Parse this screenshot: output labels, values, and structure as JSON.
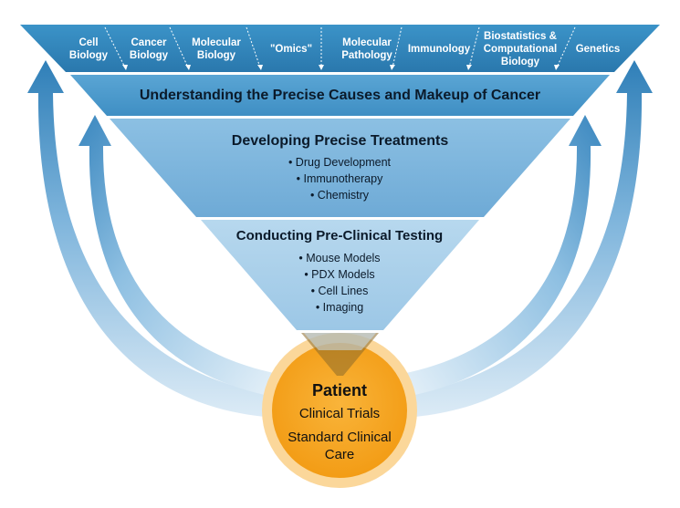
{
  "disciplines": [
    "Cell\nBiology",
    "Cancer\nBiology",
    "Molecular\nBiology",
    "\"Omics\"",
    "Molecular\nPathology",
    "Immunology",
    "Biostatistics &\nComputational\nBiology",
    "Genetics"
  ],
  "tier1": {
    "title": "Understanding the Precise Causes and Makeup of Cancer"
  },
  "tier2": {
    "title": "Developing Precise Treatments",
    "items": [
      "• Drug Development",
      "• Immunotherapy",
      "• Chemistry"
    ]
  },
  "tier3": {
    "title": "Conducting Pre-Clinical Testing",
    "items": [
      "• Mouse Models",
      "• PDX Models",
      "• Cell Lines",
      "• Imaging"
    ]
  },
  "patient": {
    "title": "Patient",
    "line1": "Clinical Trials",
    "line2": "Standard Clinical",
    "line3": "Care"
  },
  "colors": {
    "band_top": "#2f86bb",
    "tier1": "#4a98cb",
    "tier2": "#7db6dd",
    "tier3": "#aacfe8",
    "circle": "#f5a623",
    "circle_ring": "#fbd79a",
    "arrow": "#3a87bf"
  }
}
